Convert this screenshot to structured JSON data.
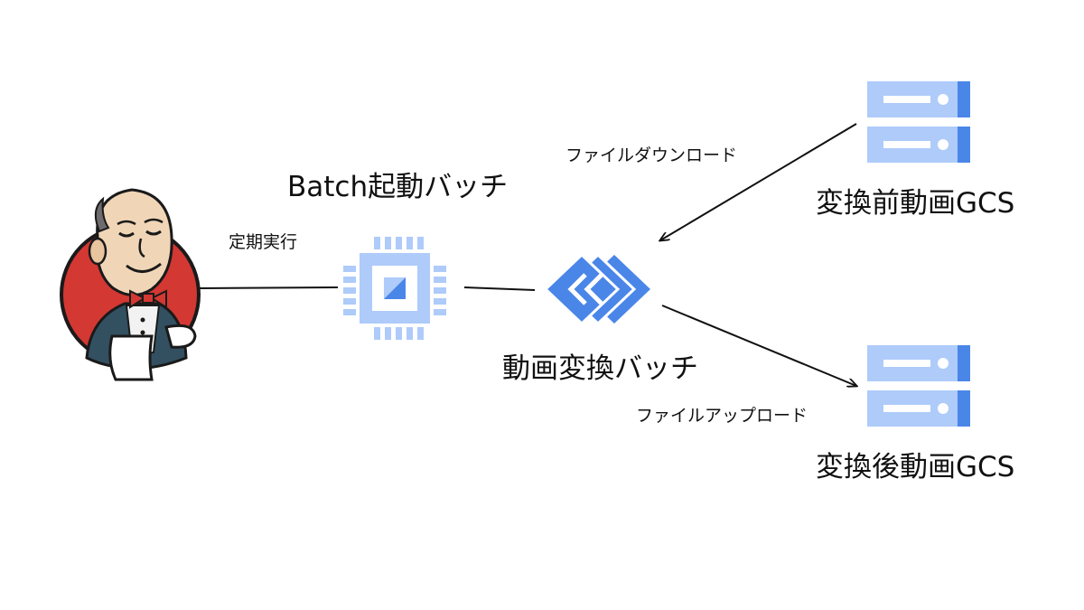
{
  "nodes": {
    "jenkins": {
      "icon": "jenkins-butler-logo"
    },
    "batch_launcher": {
      "label": "Batch起動バッチ",
      "icon": "compute-chip-icon"
    },
    "converter": {
      "label": "動画変換バッチ",
      "icon": "dataflow-chevron-icon"
    },
    "source_gcs": {
      "label": "変換前動画GCS",
      "icon": "storage-server-icon"
    },
    "output_gcs": {
      "label": "変換後動画GCS",
      "icon": "storage-server-icon"
    }
  },
  "edges": {
    "schedule": {
      "label": "定期実行"
    },
    "download": {
      "label": "ファイルダウンロード"
    },
    "upload": {
      "label": "ファイルアップロード"
    }
  },
  "colors": {
    "icon_blue": "#4a86e8",
    "icon_light_blue": "#aecbfa",
    "jenkins_red": "#d33833",
    "line": "#111111"
  }
}
